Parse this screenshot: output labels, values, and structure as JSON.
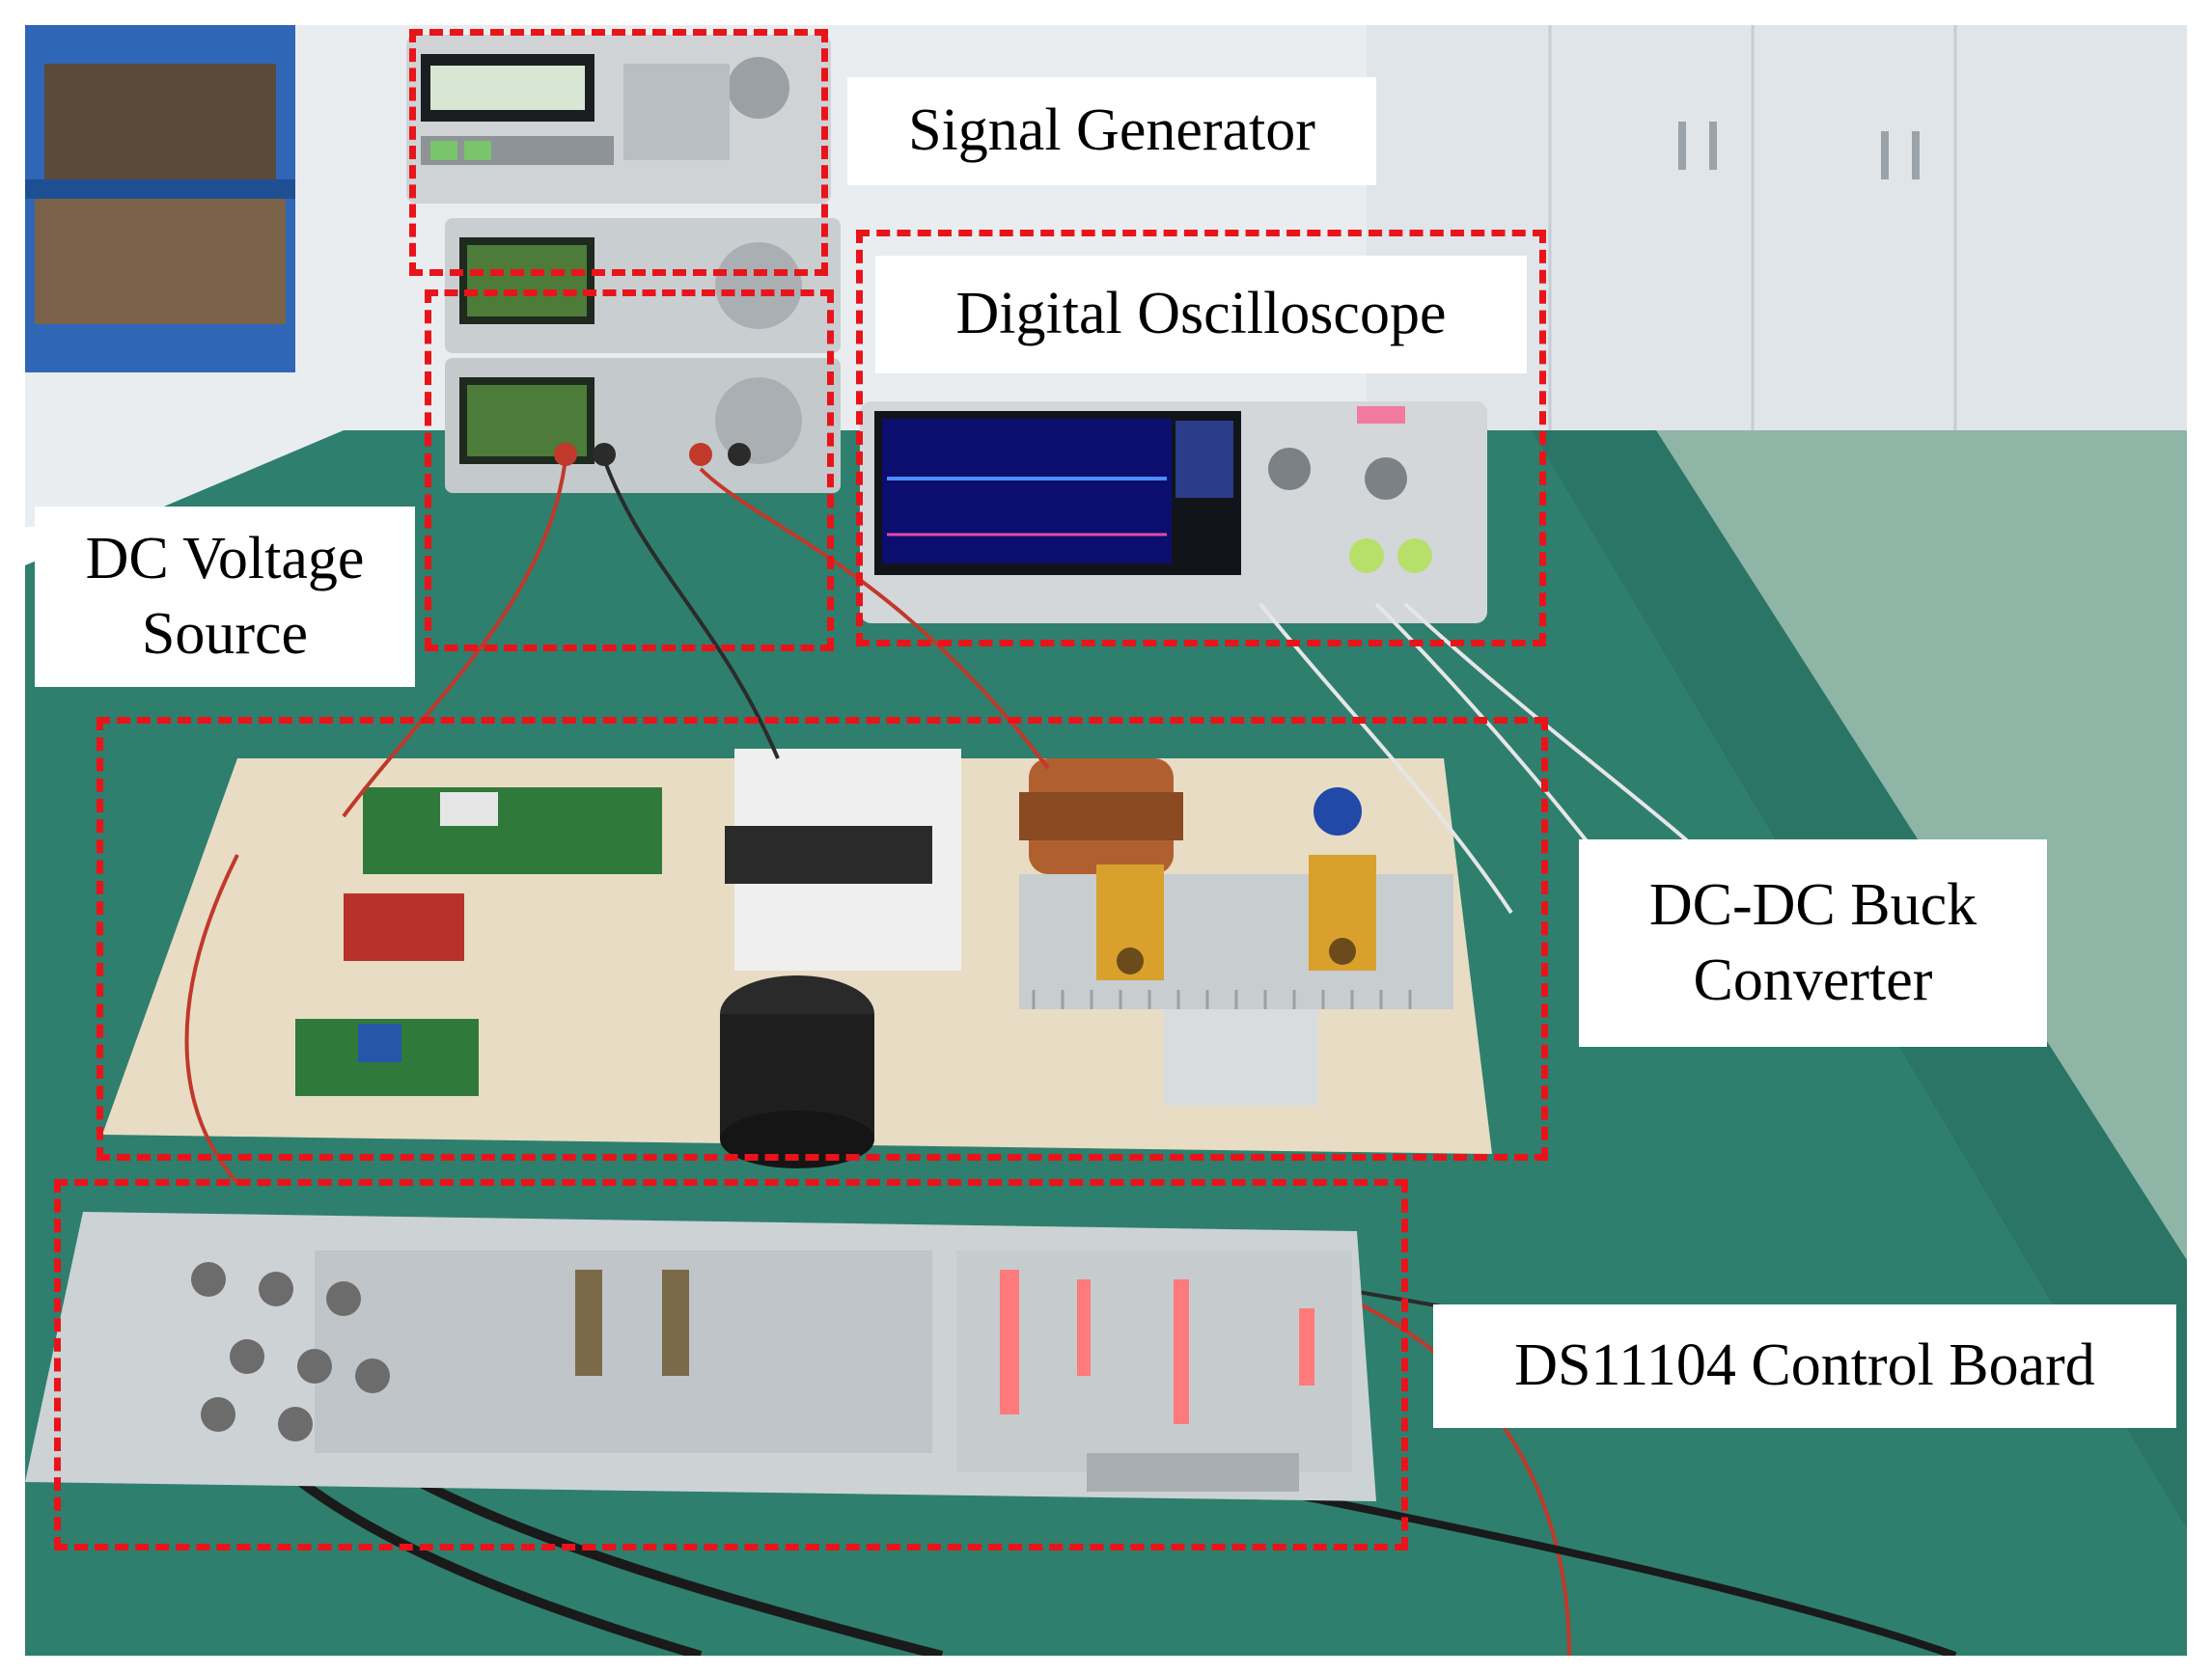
{
  "figure": {
    "labels": {
      "signal_generator": "Signal Generator",
      "digital_oscilloscope": "Digital Oscilloscope",
      "dc_voltage_source_line1": "DC Voltage",
      "dc_voltage_source_line2": "Source",
      "buck_converter_line1": "DC-DC Buck",
      "buck_converter_line2": "Converter",
      "control_board": "DS11104 Control Board"
    },
    "colors": {
      "dashed_box": "#e8141a",
      "label_background": "#ffffff",
      "bench_surface": "#2e7f6e",
      "wooden_board": "#e8dcc4",
      "wall": "#e9edf0"
    }
  }
}
